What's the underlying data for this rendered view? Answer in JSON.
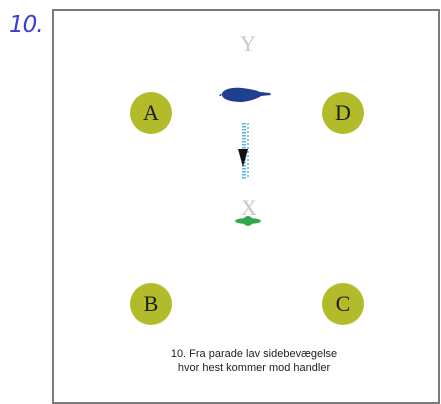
{
  "page_number": "10.",
  "markers": {
    "a": "A",
    "b": "B",
    "c": "C",
    "d": "D"
  },
  "points": {
    "x": "X",
    "y": "Y"
  },
  "caption": {
    "line1": "10. Fra parade lav sidebevægelse",
    "line2": "hvor hest kommer mod handler"
  },
  "colors": {
    "marker_fill": "#b3bb2a",
    "horse": "#1f3f8f",
    "handler": "#2fa84a",
    "track": "#5ab4e6",
    "page_number": "#3b3bd6"
  },
  "icons": {
    "horse": "horse-icon",
    "handler": "handler-icon",
    "direction": "arrow-down-icon"
  }
}
